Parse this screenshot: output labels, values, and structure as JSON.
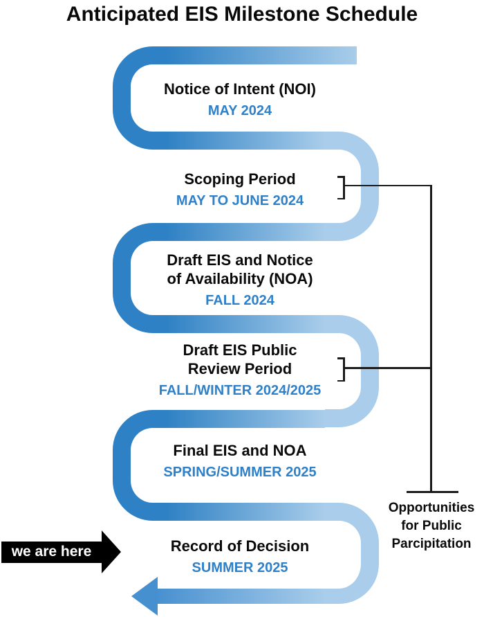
{
  "title": "Anticipated EIS Milestone Schedule",
  "colors": {
    "ribbon_dark": "#2e81c4",
    "ribbon_light": "#a9cdea",
    "ribbon_arrow": "#4790d0",
    "date_blue": "#2e80c8",
    "connector_black": "#1a1a1a"
  },
  "milestones": [
    {
      "title_lines": [
        "Notice of Intent (NOI)"
      ],
      "date": "MAY 2024"
    },
    {
      "title_lines": [
        "Scoping Period"
      ],
      "date": "MAY TO JUNE 2024",
      "public_participation": true
    },
    {
      "title_lines": [
        "Draft EIS and Notice",
        "of Availability (NOA)"
      ],
      "date": "FALL 2024"
    },
    {
      "title_lines": [
        "Draft EIS Public",
        "Review Period"
      ],
      "date": "FALL/WINTER 2024/2025",
      "public_participation": true
    },
    {
      "title_lines": [
        "Final EIS and NOA"
      ],
      "date": "SPRING/SUMMER 2025"
    },
    {
      "title_lines": [
        "Record of Decision"
      ],
      "date": "SUMMER 2025",
      "current": true
    }
  ],
  "we_are_here": {
    "label": "we are here"
  },
  "public_participation_label": {
    "lines": [
      "Opportunities",
      "for Public",
      "Parcipitation"
    ]
  }
}
